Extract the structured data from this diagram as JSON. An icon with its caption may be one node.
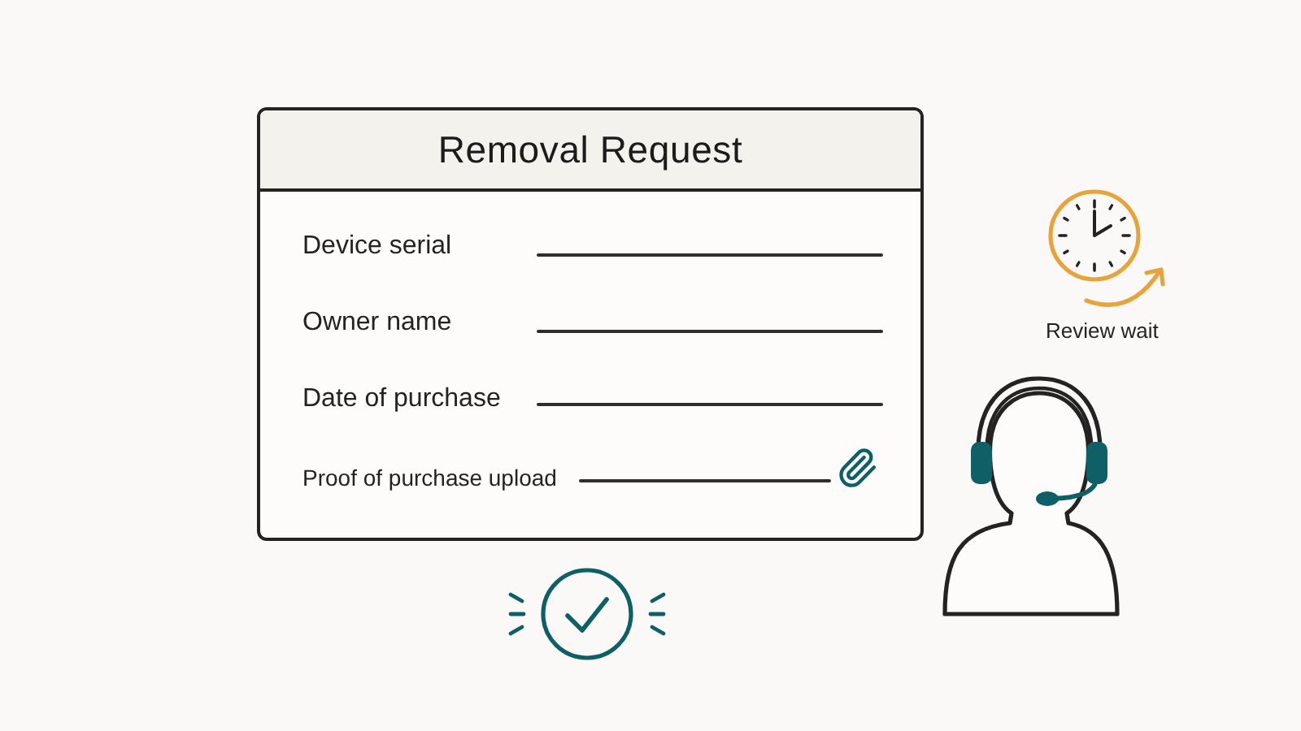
{
  "diagram": {
    "nodes": [
      {
        "text": [
          "Removal Request"
        ]
      }
    ],
    "labels": [
      "Device serial",
      "Owner name",
      "Date of purchase",
      "Proof of purchase upload",
      "Review wait"
    ]
  }
}
